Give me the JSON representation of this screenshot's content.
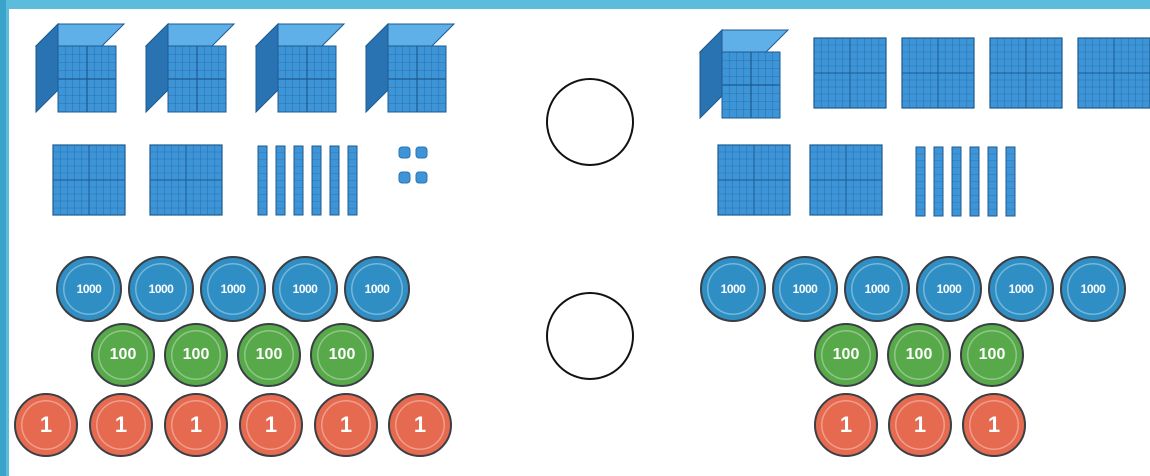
{
  "colors": {
    "frame": "#5bbcdc",
    "block_face": "#3d95d8",
    "block_dark": "#2a73b3",
    "block_grid": "#1d5a8f",
    "coin_thousand": "#2f8fc4",
    "coin_hundred": "#57a94a",
    "coin_one": "#e66a50",
    "circle_outline": "#111111"
  },
  "left_group": {
    "blocks": {
      "thousand_cubes": 4,
      "hundred_flats": 2,
      "ten_rods": 6,
      "unit_cubes": 4
    },
    "coins": {
      "thousand": [
        "1000",
        "1000",
        "1000",
        "1000",
        "1000"
      ],
      "hundred": [
        "100",
        "100",
        "100",
        "100"
      ],
      "one": [
        "1",
        "1",
        "1",
        "1",
        "1",
        "1"
      ]
    }
  },
  "right_group": {
    "blocks": {
      "thousand_cubes": 1,
      "hundred_flats": 6,
      "ten_rods": 6,
      "unit_cubes": 0
    },
    "coins": {
      "thousand": [
        "1000",
        "1000",
        "1000",
        "1000",
        "1000",
        "1000"
      ],
      "hundred": [
        "100",
        "100",
        "100"
      ],
      "one": [
        "1",
        "1",
        "1"
      ]
    }
  },
  "comparison_circles": [
    "blocks-compare",
    "coins-compare"
  ]
}
